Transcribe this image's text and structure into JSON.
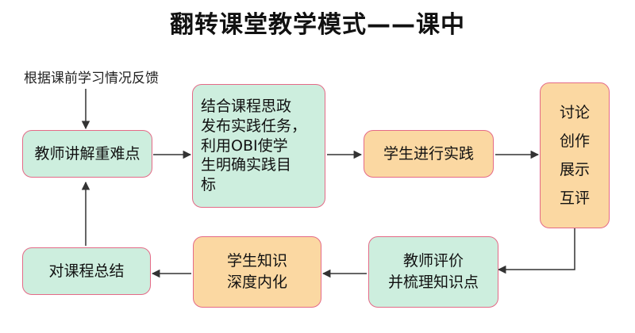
{
  "title": "翻转课堂教学模式——课中",
  "input_note": "根据课前学习情况反馈",
  "nodes": {
    "teacher_explain": "教师讲解重难点",
    "publish_task": [
      "结合课程思政",
      "发布实践任务，",
      "利用OBI使学",
      "生明确实践目",
      "标"
    ],
    "student_practice": "学生进行实践",
    "discuss": [
      "讨论",
      "创作",
      "展示",
      "互评"
    ],
    "teacher_evaluate": [
      "教师评价",
      "并梳理知识点"
    ],
    "internalize": [
      "学生知识",
      "深度内化"
    ],
    "summarize": "对课程总结"
  },
  "colors": {
    "green_fill": "#cdeede",
    "orange_fill": "#fbd8a2",
    "border": "#e46a87",
    "arrow": "#333333"
  }
}
